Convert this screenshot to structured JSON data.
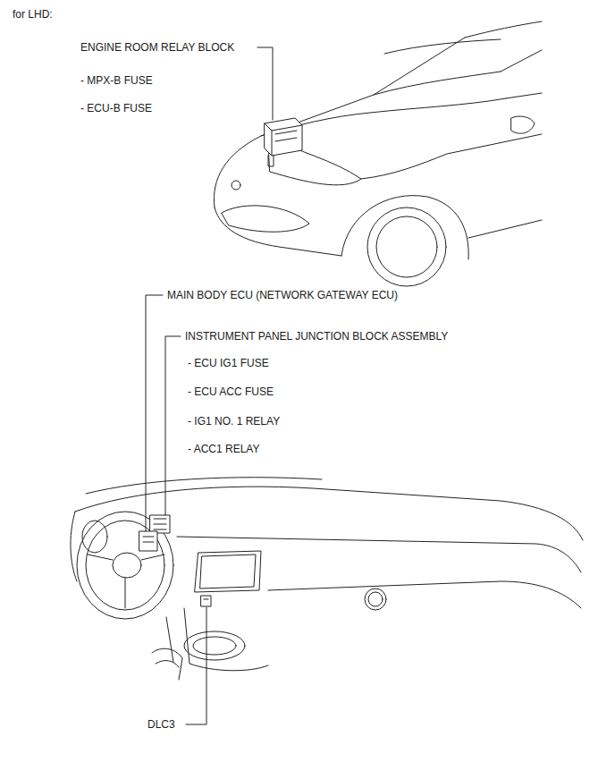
{
  "diagram": {
    "title": "for LHD:",
    "labels": [
      "ENGINE ROOM RELAY BLOCK",
      "- MPX-B FUSE",
      "- ECU-B FUSE",
      "MAIN BODY ECU (NETWORK GATEWAY ECU)",
      "INSTRUMENT PANEL JUNCTION BLOCK ASSEMBLY",
      "- ECU IG1 FUSE",
      "- ECU ACC FUSE",
      "- IG1 NO. 1 RELAY",
      "- ACC1 RELAY",
      "DLC3"
    ]
  }
}
